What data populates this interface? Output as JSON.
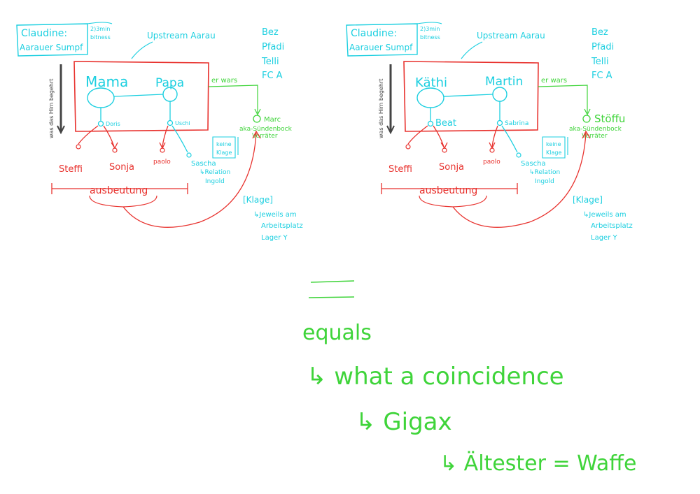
{
  "colors": {
    "cyan": "#1ccfe0",
    "red": "#e8322e",
    "green": "#3fd43a",
    "gray": "#444444"
  },
  "left_diagram": {
    "box_title_line1": "Claudine:",
    "box_title_line2": "Aarauer Sumpf",
    "note_line1": "2)3min",
    "note_line2": "bitness",
    "upstream": "Upstream Aarau",
    "list": [
      "Bez",
      "Pfadi",
      "Telli",
      "FC A"
    ],
    "vertical_label": "was das Hirn begehrt",
    "parent_left": "Mama",
    "parent_right": "Papa",
    "child_left": "Doris",
    "child_right": "Uschi",
    "er_wars": "er wars",
    "marc": "Marc",
    "aka_line1": "aka-Sündenbock",
    "aka_line2": "Verräter",
    "keine_line1": "keine",
    "keine_line2": "Klage",
    "kid_steffi": "Steffi",
    "kid_sonja": "Sonja",
    "kid_paolo": "paolo",
    "kid_sascha": "Sascha",
    "relation_line1": "↳Relation",
    "relation_line2": "Ingold",
    "ausbeutung": "ausbeutung",
    "klage": "[Klage]",
    "jeweils_line1": "↳Jeweils am",
    "jeweils_line2": "Arbeitsplatz",
    "jeweils_line3": "Lager Y"
  },
  "right_diagram": {
    "box_title_line1": "Claudine:",
    "box_title_line2": "Aarauer Sumpf",
    "note_line1": "2)3min",
    "note_line2": "bitness",
    "upstream": "Upstream Aarau",
    "list": [
      "Bez",
      "Pfadi",
      "Telli",
      "FC A"
    ],
    "vertical_label": "was das Hirn begehrt",
    "parent_left": "Käthi",
    "parent_right": "Martin",
    "child_left": "Beat",
    "child_right": "Sabrina",
    "er_wars": "er wars",
    "marc": "Stöffu",
    "aka_line1": "aka-Sündenbock",
    "aka_line2": "Verräter",
    "keine_line1": "keine",
    "keine_line2": "Klage",
    "kid_steffi": "Steffi",
    "kid_sonja": "Sonja",
    "kid_paolo": "paolo",
    "kid_sascha": "Sascha",
    "relation_line1": "↳Relation",
    "relation_line2": "Ingold",
    "ausbeutung": "ausbeutung",
    "klage": "[Klage]",
    "jeweils_line1": "↳Jeweils am",
    "jeweils_line2": "Arbeitsplatz",
    "jeweils_line3": "Lager Y"
  },
  "bottom": {
    "equals_text": "equals",
    "line1": "↳ what a coincidence",
    "line2": "↳ Gigax",
    "line3": "↳ Ältester = Waffe"
  }
}
